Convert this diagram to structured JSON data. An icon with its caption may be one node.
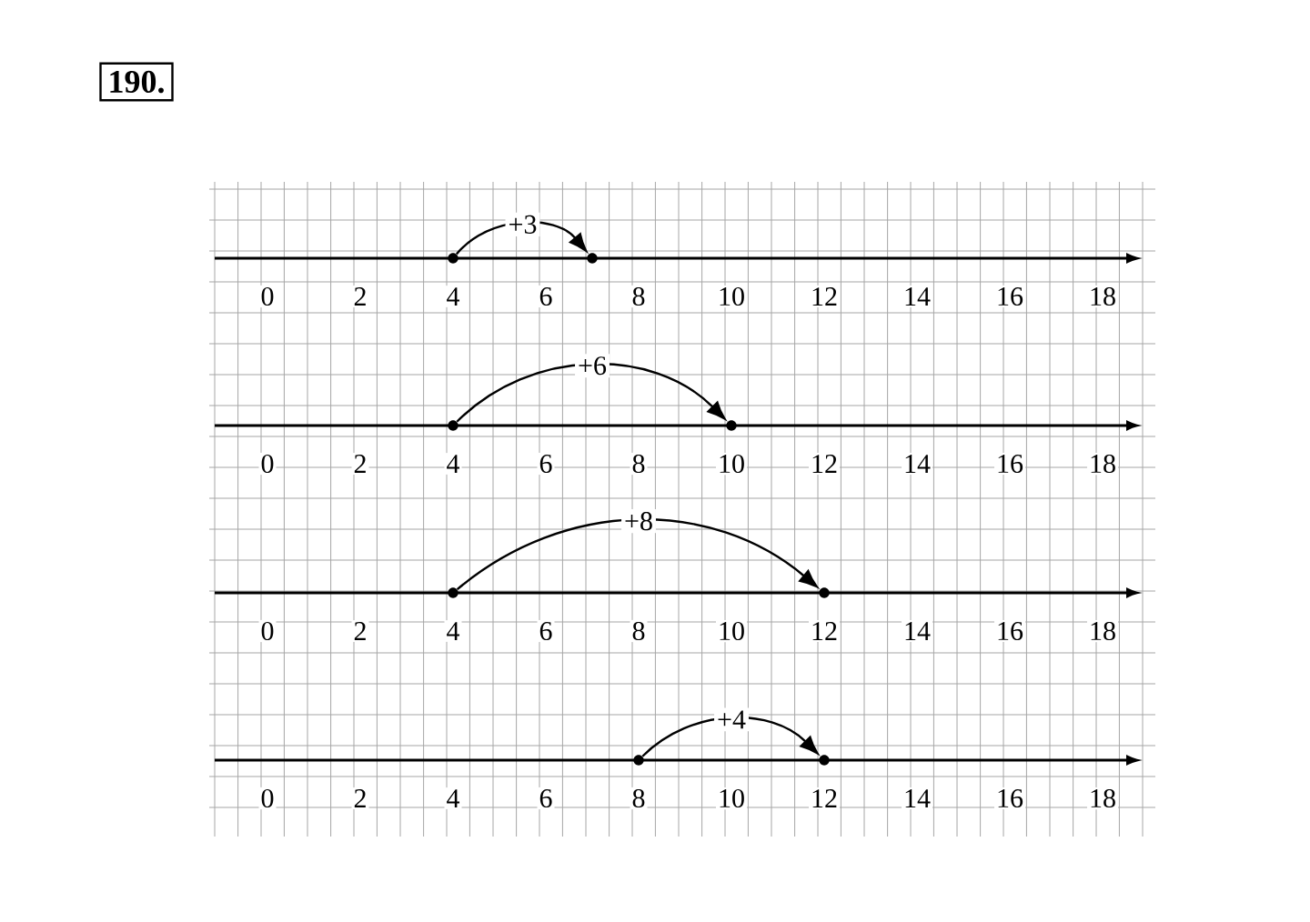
{
  "diagram": {
    "nodes": [
      {
        "text": [],
        "shape": "circle"
      },
      {
        "text": [],
        "shape": "circle"
      },
      {
        "text": [],
        "shape": "circle"
      },
      {
        "text": [],
        "shape": "circle"
      },
      {
        "text": [],
        "shape": "circle"
      },
      {
        "text": [],
        "shape": "circle"
      },
      {
        "text": [],
        "shape": "circle"
      },
      {
        "text": [],
        "shape": "circle"
      }
    ],
    "edges": [
      {
        "from": 0,
        "to": 1,
        "arrow": "to",
        "label": "+3"
      },
      {
        "from": 2,
        "to": 3,
        "arrow": "to",
        "label": "+6"
      },
      {
        "from": 4,
        "to": 5,
        "arrow": "to",
        "label": "+8"
      },
      {
        "from": 6,
        "to": 7,
        "arrow": "to",
        "label": "+4"
      }
    ],
    "labels": [
      "190.",
      "0",
      "2",
      "4",
      "6",
      "8",
      "10",
      "12",
      "14",
      "16",
      "18",
      "0",
      "2",
      "4",
      "6",
      "8",
      "10",
      "12",
      "14",
      "16",
      "18",
      "0",
      "2",
      "4",
      "6",
      "8",
      "10",
      "12",
      "14",
      "16",
      "18",
      "0",
      "2",
      "4",
      "6",
      "8",
      "10",
      "12",
      "14",
      "16",
      "18"
    ]
  }
}
